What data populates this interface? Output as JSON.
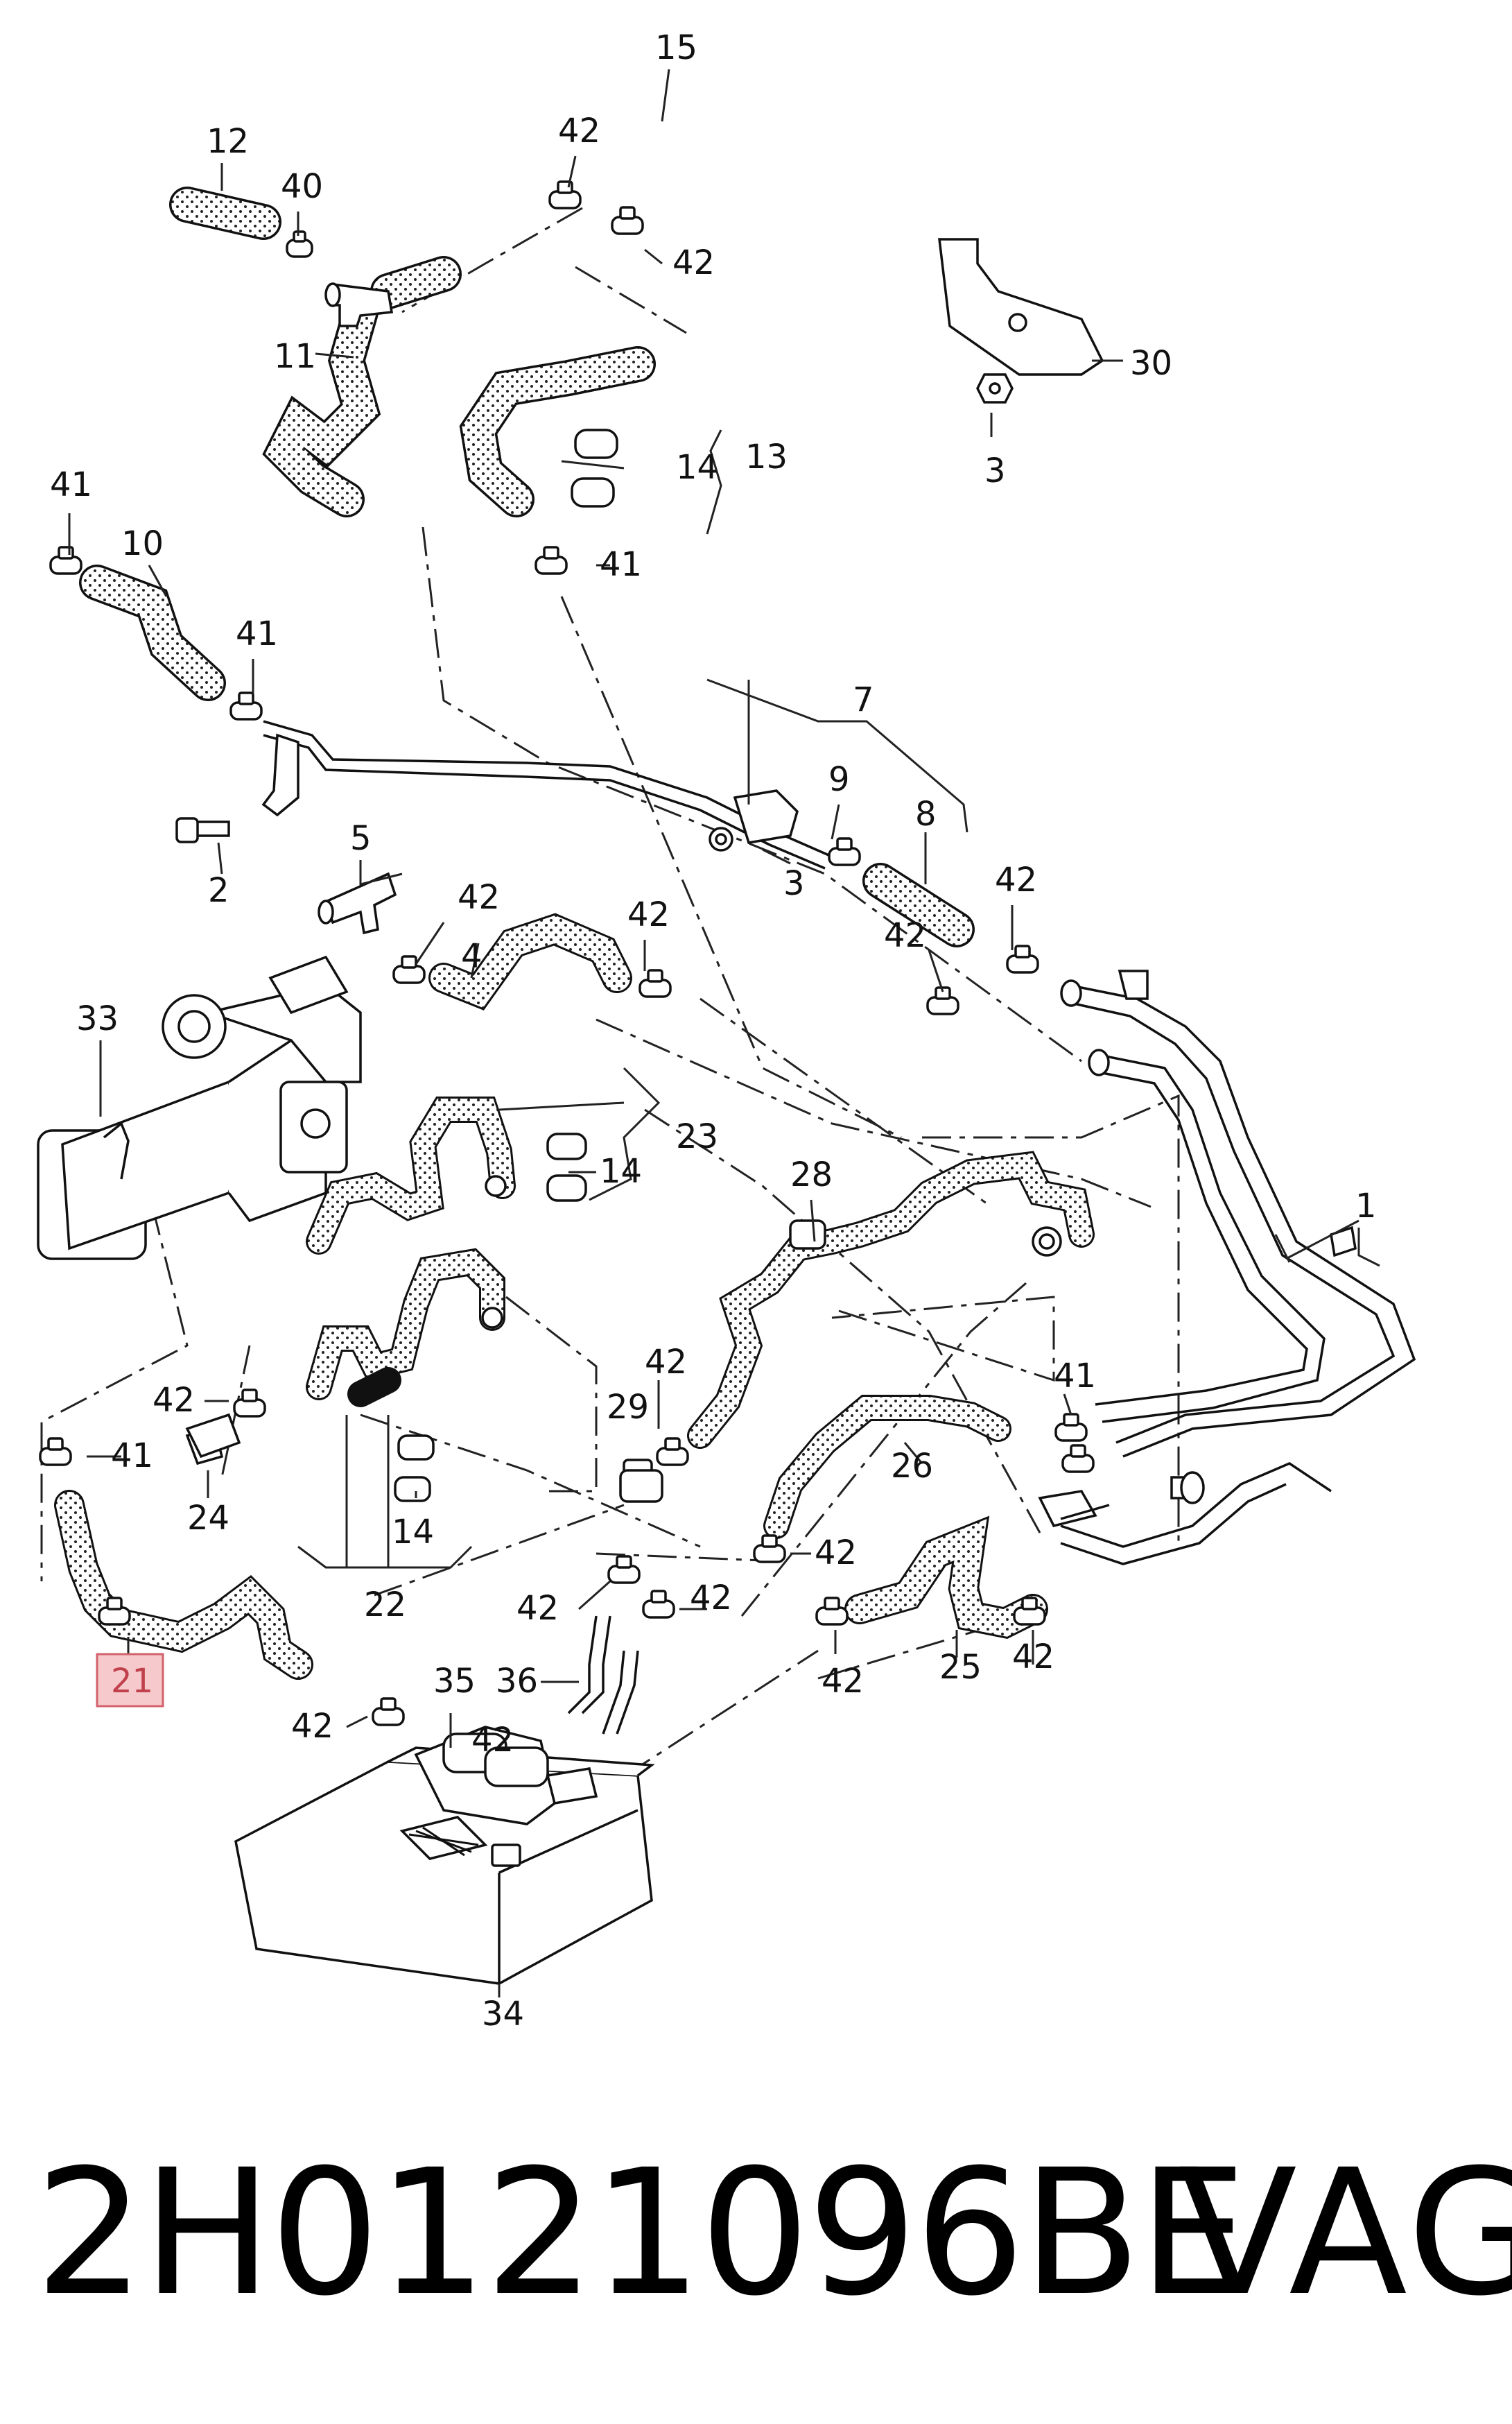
{
  "footer": {
    "part_number": "2H0121096BE",
    "brand": "VAG"
  },
  "diagram": {
    "highlighted_callout": "21",
    "callouts": [
      {
        "id": "c15",
        "text": "15"
      },
      {
        "id": "c12",
        "text": "12"
      },
      {
        "id": "c42a",
        "text": "42"
      },
      {
        "id": "c40",
        "text": "40"
      },
      {
        "id": "c42b",
        "text": "42"
      },
      {
        "id": "c11",
        "text": "11"
      },
      {
        "id": "c30",
        "text": "30"
      },
      {
        "id": "c13",
        "text": "13"
      },
      {
        "id": "c14a",
        "text": "14"
      },
      {
        "id": "c3a",
        "text": "3"
      },
      {
        "id": "c41a",
        "text": "41"
      },
      {
        "id": "c10",
        "text": "10"
      },
      {
        "id": "c41b",
        "text": "41"
      },
      {
        "id": "c41c",
        "text": "41"
      },
      {
        "id": "c7",
        "text": "7"
      },
      {
        "id": "c9",
        "text": "9"
      },
      {
        "id": "c8",
        "text": "8"
      },
      {
        "id": "c3b",
        "text": "3"
      },
      {
        "id": "c2",
        "text": "2"
      },
      {
        "id": "c5",
        "text": "5"
      },
      {
        "id": "c42c",
        "text": "42"
      },
      {
        "id": "c42d",
        "text": "42"
      },
      {
        "id": "c42e",
        "text": "42"
      },
      {
        "id": "c42f",
        "text": "42"
      },
      {
        "id": "c4",
        "text": "4"
      },
      {
        "id": "c33",
        "text": "33"
      },
      {
        "id": "c23",
        "text": "23"
      },
      {
        "id": "c14b",
        "text": "14"
      },
      {
        "id": "c28",
        "text": "28"
      },
      {
        "id": "c1",
        "text": "1"
      },
      {
        "id": "c42g",
        "text": "42"
      },
      {
        "id": "c42h",
        "text": "42"
      },
      {
        "id": "c29",
        "text": "29"
      },
      {
        "id": "c41d",
        "text": "41"
      },
      {
        "id": "c41e",
        "text": "41"
      },
      {
        "id": "c26",
        "text": "26"
      },
      {
        "id": "c24",
        "text": "24"
      },
      {
        "id": "c14c",
        "text": "14"
      },
      {
        "id": "c42i",
        "text": "42"
      },
      {
        "id": "c22",
        "text": "22"
      },
      {
        "id": "c42j",
        "text": "42"
      },
      {
        "id": "c42k",
        "text": "42"
      },
      {
        "id": "c42l",
        "text": "42"
      },
      {
        "id": "c25",
        "text": "25"
      },
      {
        "id": "c42m",
        "text": "42"
      },
      {
        "id": "c36",
        "text": "36"
      },
      {
        "id": "c35",
        "text": "35"
      },
      {
        "id": "c42n",
        "text": "42"
      },
      {
        "id": "c21",
        "text": "21"
      },
      {
        "id": "c42o",
        "text": "42"
      },
      {
        "id": "c34",
        "text": "34"
      }
    ]
  }
}
